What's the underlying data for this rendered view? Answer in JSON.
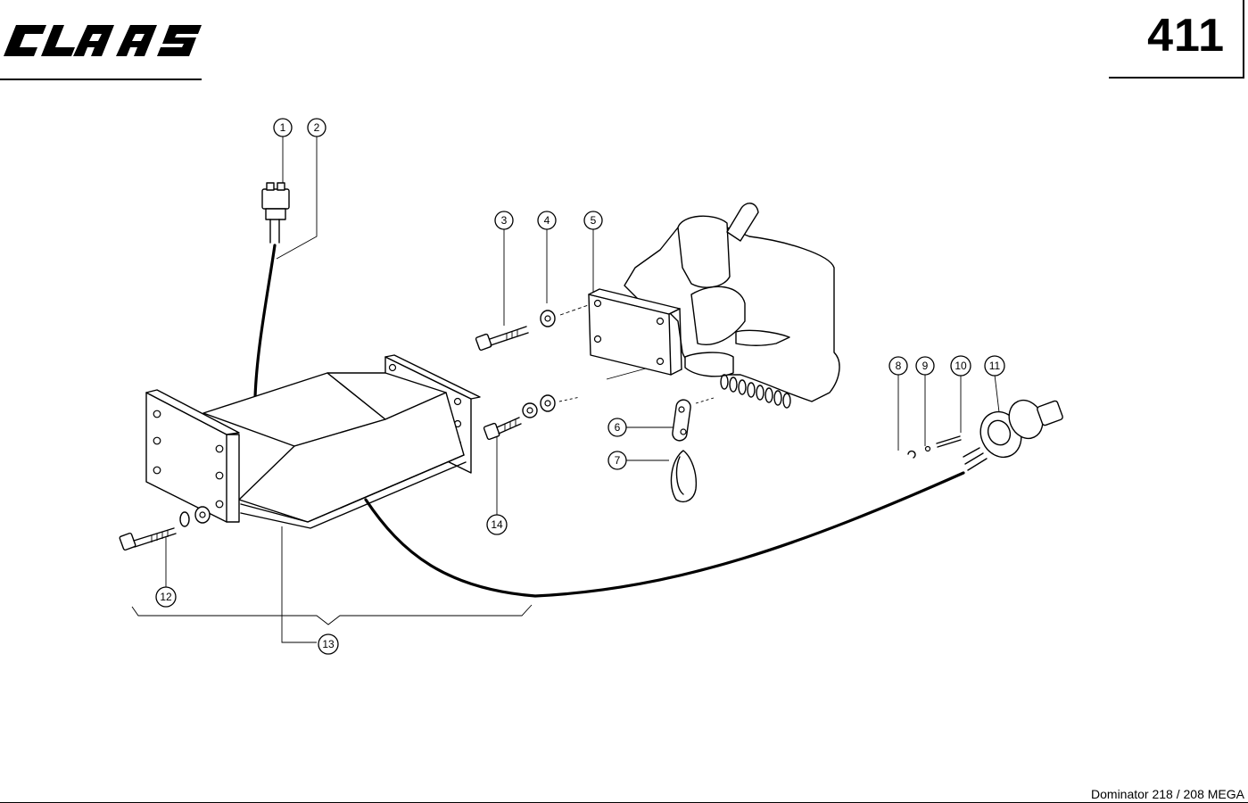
{
  "header": {
    "brand": "CLAAS",
    "page_number": "411"
  },
  "footer": {
    "model": "Dominator 218 / 208 MEGA"
  },
  "callouts": [
    {
      "id": "c1",
      "label": "1"
    },
    {
      "id": "c2",
      "label": "2"
    },
    {
      "id": "c3",
      "label": "3"
    },
    {
      "id": "c4",
      "label": "4"
    },
    {
      "id": "c5",
      "label": "5"
    },
    {
      "id": "c6",
      "label": "6"
    },
    {
      "id": "c7",
      "label": "7"
    },
    {
      "id": "c8",
      "label": "8"
    },
    {
      "id": "c9",
      "label": "9"
    },
    {
      "id": "c10",
      "label": "10"
    },
    {
      "id": "c11",
      "label": "11"
    },
    {
      "id": "c12",
      "label": "12"
    },
    {
      "id": "c13",
      "label": "13"
    },
    {
      "id": "c14",
      "label": "14"
    }
  ]
}
